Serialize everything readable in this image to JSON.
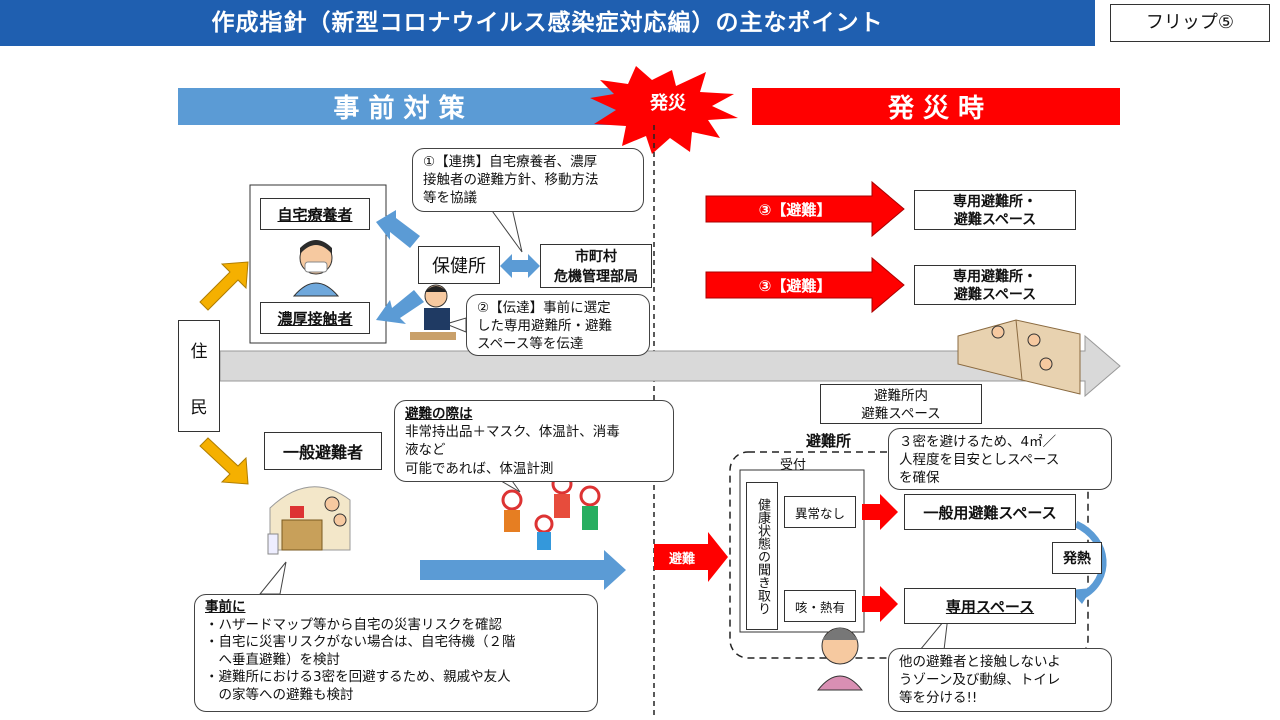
{
  "title": "作成指針（新型コロナウイルス感染症対応編）の主なポイント",
  "flip_label": "フリップ⑤",
  "phase": {
    "before": "事 前 対 策",
    "disaster": "発災",
    "after": "発 災 時"
  },
  "resident": {
    "line1": "住",
    "line2": "民"
  },
  "home_patient": "自宅療養者",
  "close_contact": "濃厚接触者",
  "health_center": "保健所",
  "city_office": {
    "line1": "市町村",
    "line2": "危機管理部局"
  },
  "bubble_coord": {
    "line1": "①【連携】自宅療養者、濃厚",
    "line2": "接触者の避難方針、移動方法",
    "line3": "等を協議"
  },
  "bubble_notify": {
    "line1": "②【伝達】事前に選定",
    "line2": "した専用避難所・避難",
    "line3": "スペース等を伝達"
  },
  "evac_arrow_1": "③【避難】",
  "evac_arrow_2": "③【避難】",
  "dedicated_1": {
    "line1": "専用避難所・",
    "line2": "避難スペース"
  },
  "dedicated_2": {
    "line1": "専用避難所・",
    "line2": "避難スペース"
  },
  "shelter_inner": {
    "line1": "避難所内",
    "line2": "避難スペース"
  },
  "general_evacuee": "一般避難者",
  "bubble_evac": {
    "heading": "避難の際は",
    "line1": "非常持出品＋マスク、体温計、消毒",
    "line2": "液など",
    "line3": "可能であれば、体温計測"
  },
  "bubble_prior": {
    "heading": "事前に",
    "line1": "・ハザードマップ等から自宅の災害リスクを確認",
    "line2": "・自宅に災害リスクがない場合は、自宅待機（２階",
    "line3": "　へ垂直避難）を検討",
    "line4": "・避難所における3密を回避するため、親戚や友人",
    "line5": "　の家等への避難も検討"
  },
  "shelter_label": "避難所",
  "reception": "受付",
  "health_check": "健康状態の聞き取り",
  "no_symptoms": "異常なし",
  "cough_fever": "咳・熱有",
  "general_space": "一般用避難スペース",
  "dedicated_space": "専用スペース",
  "fever_label": "発熱",
  "evac_small": "避難",
  "bubble_space": {
    "line1": "３密を避けるため、4㎡／",
    "line2": "人程度を目安としスペース",
    "line3": "を確保"
  },
  "bubble_zone": {
    "line1": "他の避難者と接触しないよ",
    "line2": "うゾーン及び動線、トイレ",
    "line3": "等を分ける!!"
  },
  "colors": {
    "title_bg": "#1f5fb0",
    "before_bar": "#5b9bd5",
    "after_bar": "#ff0000",
    "yellow_arrow": "#f5b000",
    "blue_arrow": "#5b9bd5"
  }
}
